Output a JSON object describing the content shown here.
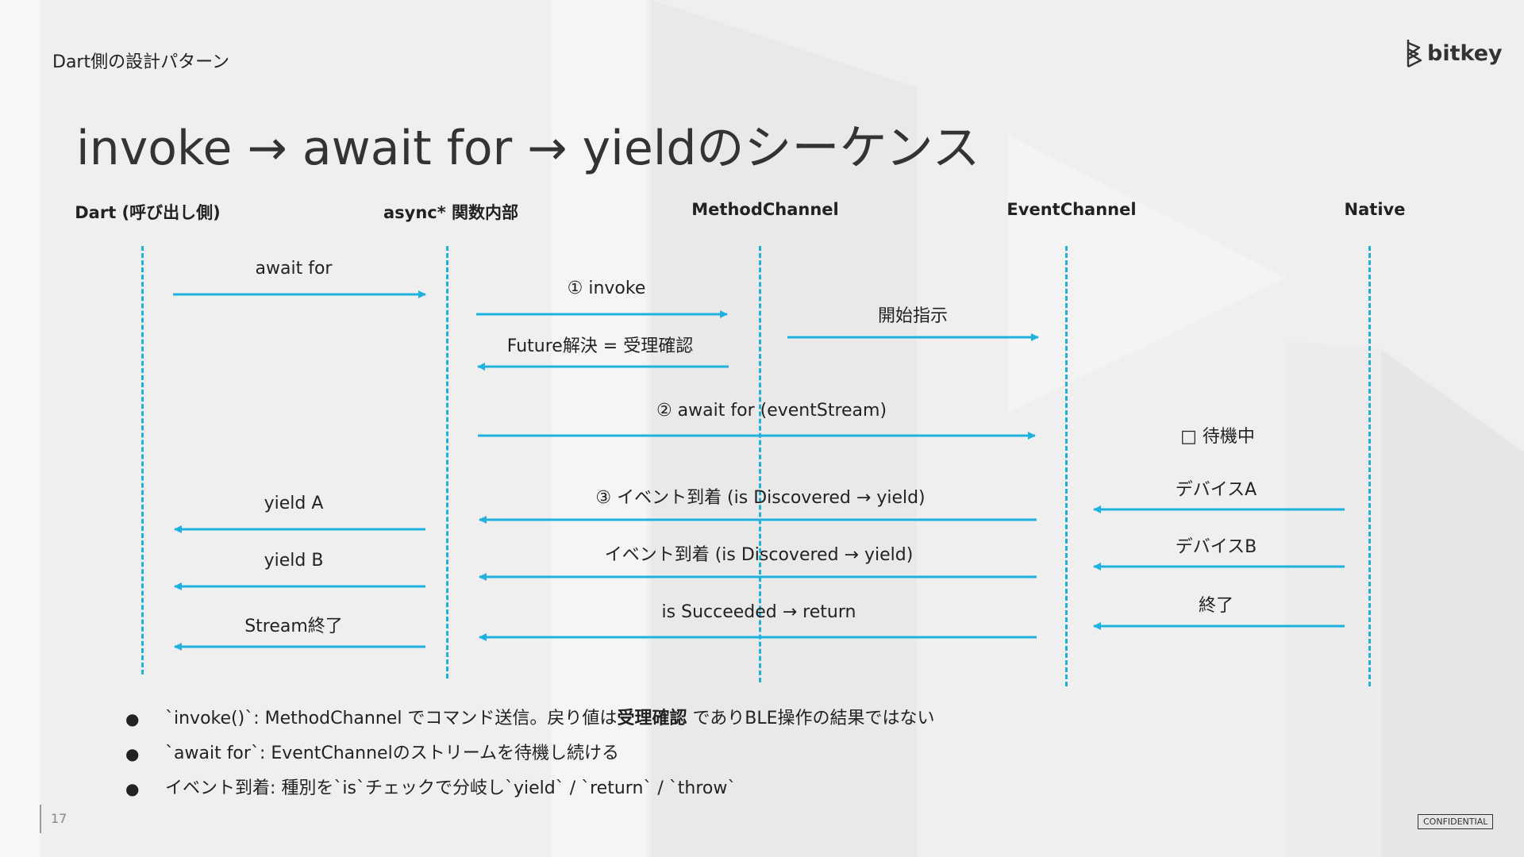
{
  "header": {
    "section_label": "Dart側の設計パターン",
    "logo_text": "bitkey"
  },
  "title": "invoke → await for → yieldのシーケンス",
  "colors": {
    "accent": "#1fb1df",
    "text": "#222222"
  },
  "participants": [
    {
      "label": "Dart (呼び出し側)"
    },
    {
      "label": "async* 関数内部"
    },
    {
      "label": "MethodChannel"
    },
    {
      "label": "EventChannel"
    },
    {
      "label": "Native"
    }
  ],
  "messages": [
    {
      "label": "await for",
      "from": 0,
      "to": 1
    },
    {
      "label": "① invoke",
      "from": 1,
      "to": 2
    },
    {
      "label": "開始指示",
      "from": 2,
      "to": 3
    },
    {
      "label": "Future解決 = 受理確認",
      "from": 2,
      "to": 1
    },
    {
      "label": "② await for (eventStream)",
      "from": 1,
      "to": 3
    },
    {
      "label": "□ 待機中",
      "from": 4,
      "to": 4
    },
    {
      "label": "デバイスA",
      "from": 4,
      "to": 3
    },
    {
      "label": "③ イベント到着 (is Discovered → yield)",
      "from": 3,
      "to": 1
    },
    {
      "label": "yield A",
      "from": 1,
      "to": 0
    },
    {
      "label": "デバイスB",
      "from": 4,
      "to": 3
    },
    {
      "label": "イベント到着 (is Discovered → yield)",
      "from": 3,
      "to": 1
    },
    {
      "label": "yield B",
      "from": 1,
      "to": 0
    },
    {
      "label": "終了",
      "from": 4,
      "to": 3
    },
    {
      "label": "is Succeeded → return",
      "from": 3,
      "to": 1
    },
    {
      "label": "Stream終了",
      "from": 1,
      "to": 0
    }
  ],
  "bullets": [
    {
      "pre": "`invoke()`:  MethodChannel でコマンド送信。戻り値は",
      "bold": "受理確認",
      "post": " でありBLE操作の結果ではない"
    },
    {
      "pre": "`await for`: EventChannelのストリームを待機し続ける",
      "bold": "",
      "post": ""
    },
    {
      "pre": "イベント到着: 種別を`is`チェックで分岐し`yield` / `return` / `throw`",
      "bold": "",
      "post": ""
    }
  ],
  "footer": {
    "page_number": "17",
    "confidential": "CONFIDENTIAL"
  }
}
